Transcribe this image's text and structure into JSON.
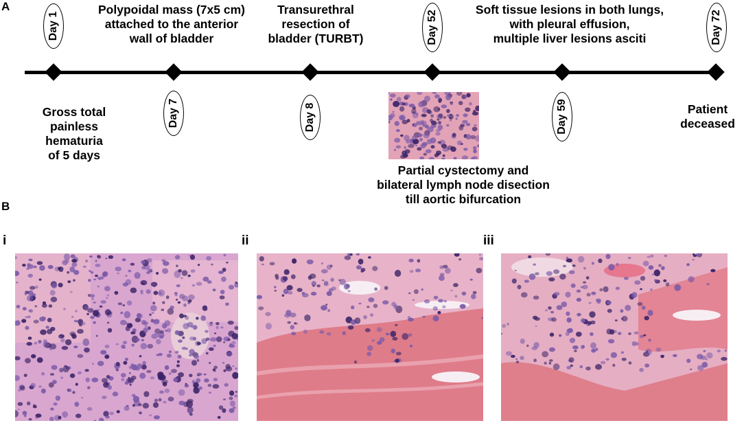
{
  "panels": {
    "a": "A",
    "b": "B",
    "sub": [
      "i",
      "ii",
      "iii"
    ]
  },
  "timeline": {
    "days": [
      "Day 1",
      "Day 7",
      "Day 8",
      "Day 52",
      "Day 59",
      "Day 72"
    ],
    "events": {
      "day1": "Gross total\npainless hematuria\nof 5 days",
      "day7": "Polypoidal mass (7x5 cm)\nattached to the anterior\nwall of bladder",
      "day8": "Transurethral\nresection of\nbladder (TURBT)",
      "day52": "Partial cystectomy and\nbilateral lymph node disection\ntill aortic bifurcation",
      "day59": "Soft tissue lesions in both lungs,\nwith pleural effusion,\nmultiple liver lesions asciti",
      "day72": "Patient\ndeceased"
    }
  },
  "colors": {
    "line": "#000000",
    "tissue_pink": "#e9a2b4",
    "muscle_pink": "#df7f8c",
    "nucleus_purple": "#5a3d88",
    "background_pale": "#f3d3de"
  }
}
